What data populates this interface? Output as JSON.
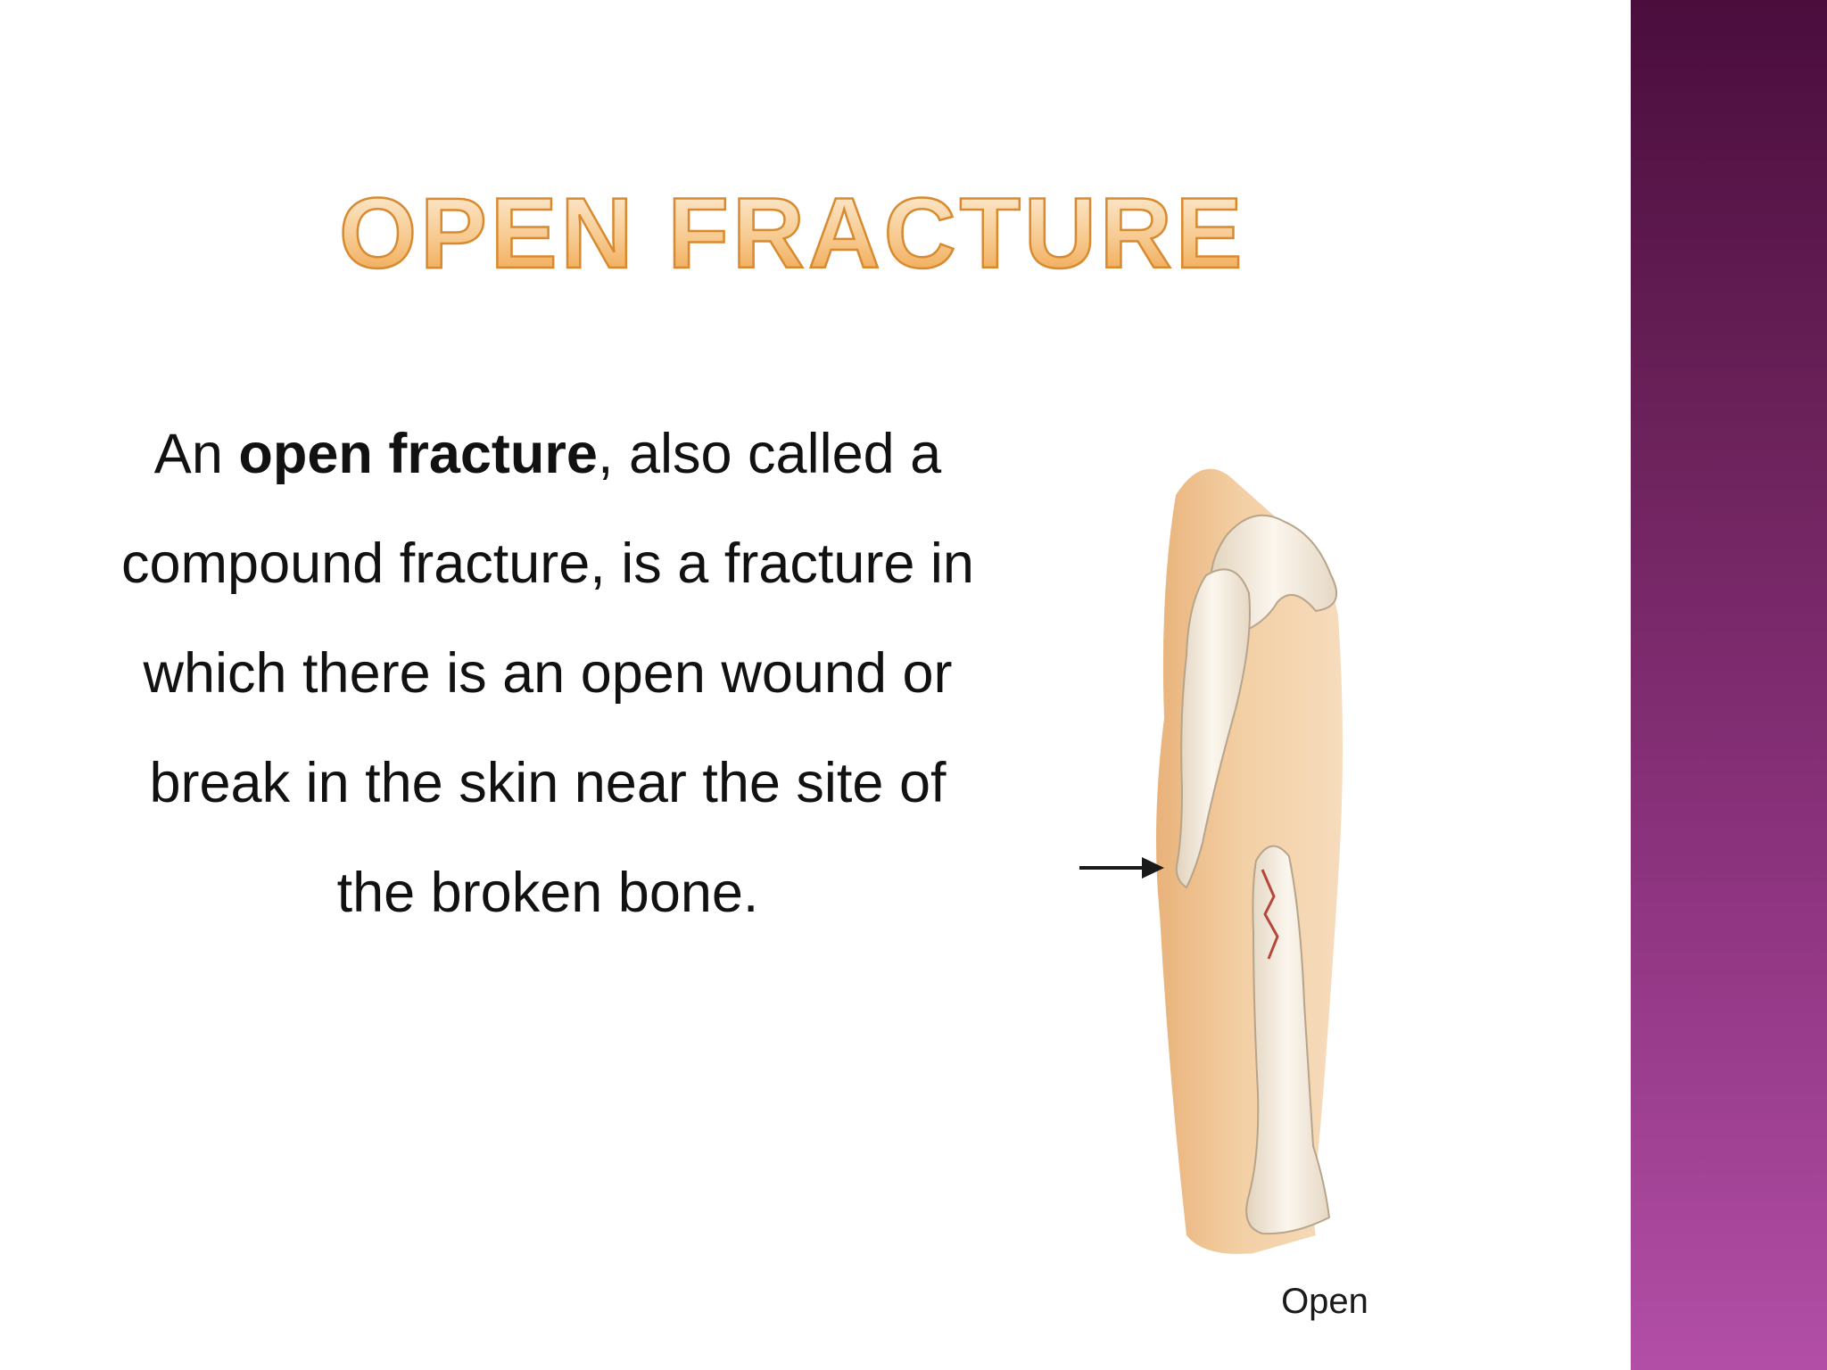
{
  "slide": {
    "title": "OPEN FRACTURE",
    "body": {
      "intro": "An ",
      "term": "open fracture",
      "rest": ", also called a compound fracture, is a fracture in which there is an open wound or break in the skin near the site of the broken bone."
    },
    "figure_caption": "Open"
  },
  "colors": {
    "title_fill_top": "#fbe6c9",
    "title_fill_bottom": "#f0a84e",
    "title_stroke": "#d98a2f",
    "accent_band_top": "#4a0d3c",
    "accent_band_bottom": "#b24ea6",
    "skin": "#f0c89a",
    "bone": "#f4ece0"
  },
  "icons": {
    "pointer": "arrow-right-icon",
    "figure": "open-fracture-illustration"
  }
}
